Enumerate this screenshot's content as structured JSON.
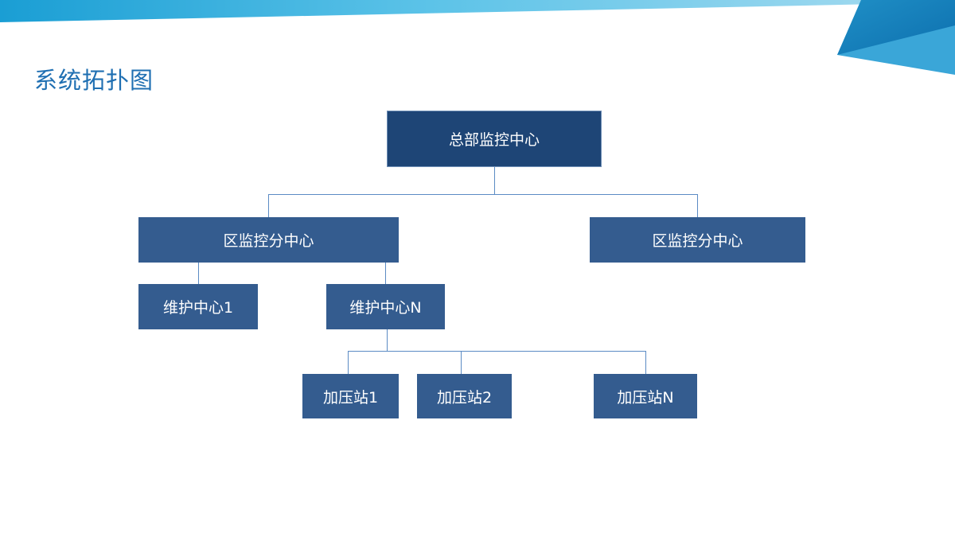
{
  "slide": {
    "title": "系统拓扑图"
  },
  "colors": {
    "title": "#1f6fb2",
    "root_node": "#1e4576",
    "node": "#345c8f",
    "connector": "#5b8bc4",
    "banner": "#3fb2e0"
  },
  "diagram": {
    "root": "总部监控中心",
    "region_left": "区监控分中心",
    "region_right": "区监控分中心",
    "maint_1": "维护中心1",
    "maint_n": "维护中心N",
    "station_1": "加压站1",
    "station_2": "加压站2",
    "station_n": "加压站N"
  }
}
